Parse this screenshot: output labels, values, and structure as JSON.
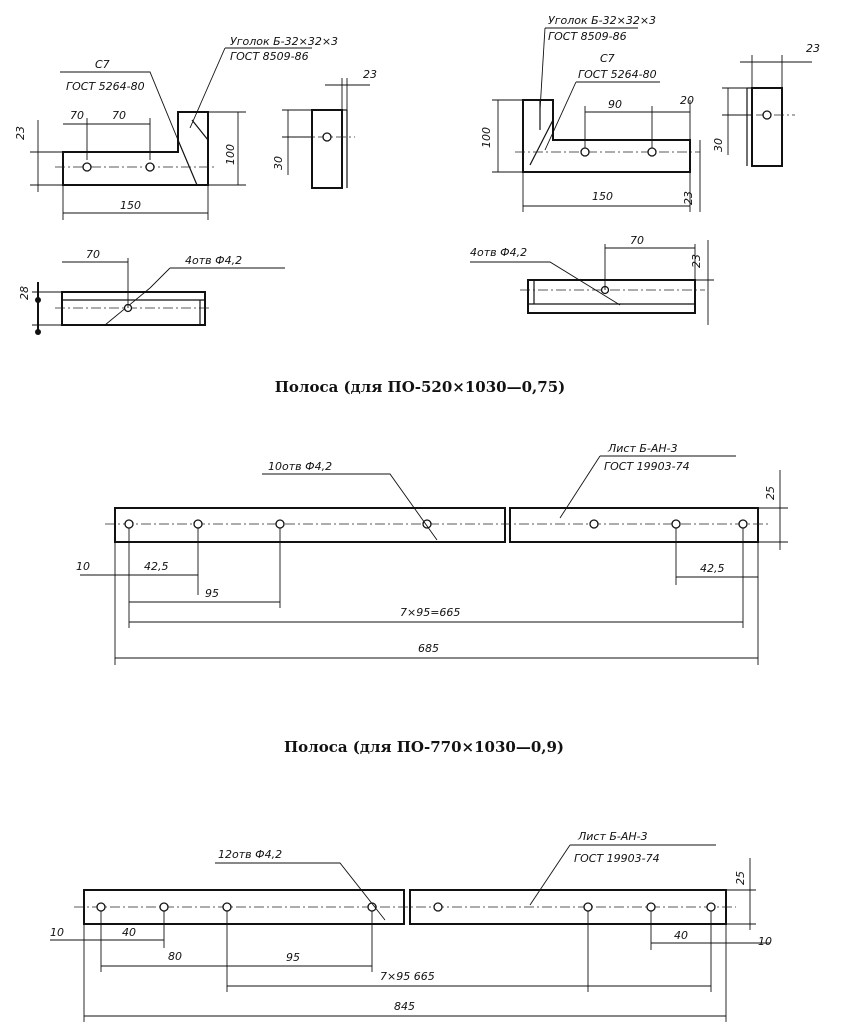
{
  "upper": {
    "left": {
      "angle_note_1": "Уголок Б-32×32×3",
      "angle_note_2": "ГОСТ 8509-86",
      "steel_note_1": "С7",
      "steel_note_2": "ГОСТ 5264-80",
      "dim_23_left": "23",
      "dim_70a": "70",
      "dim_70b": "70",
      "dim_100": "100",
      "dim_150": "150",
      "dim_23_side": "23",
      "dim_30_side": "30",
      "dim_70_plan": "70",
      "holes_note": "4отв Ф4,2",
      "dim_28": "28"
    },
    "right": {
      "angle_note_1": "Уголок Б-32×32×3",
      "angle_note_2": "ГОСТ 8509-86",
      "steel_note_1": "С7",
      "steel_note_2": "ГОСТ 5264-80",
      "dim_100": "100",
      "dim_90": "90",
      "dim_20": "20",
      "dim_150": "150",
      "dim_23_v": "23",
      "dim_23_side": "23",
      "dim_30_side": "30",
      "holes_note": "4отв Ф4,2",
      "dim_70_plan": "70",
      "dim_23_plan": "23"
    }
  },
  "strip1": {
    "title": "Полоса (для ПО-520×1030—0,75)",
    "holes_note": "10отв Ф4,2",
    "sheet_note_1": "Лист Б-АН-3",
    "sheet_note_2": "ГОСТ 19903-74",
    "dim_25": "25",
    "dim_10": "10",
    "dim_42_5_left": "42,5",
    "dim_95": "95",
    "dim_42_5_right": "42,5",
    "dim_chain": "7×95=665",
    "dim_total": "685"
  },
  "strip2": {
    "title": "Полоса (для ПО-770×1030—0,9)",
    "holes_note": "12отв Ф4,2",
    "sheet_note_1": "Лист Б-АН-3",
    "sheet_note_2": "ГОСТ 19903-74",
    "dim_25": "25",
    "dim_10_left": "10",
    "dim_40_left": "40",
    "dim_80": "80",
    "dim_95": "95",
    "dim_chain": "7×95 665",
    "dim_40_right": "40",
    "dim_10_right": "10",
    "dim_total": "845"
  }
}
